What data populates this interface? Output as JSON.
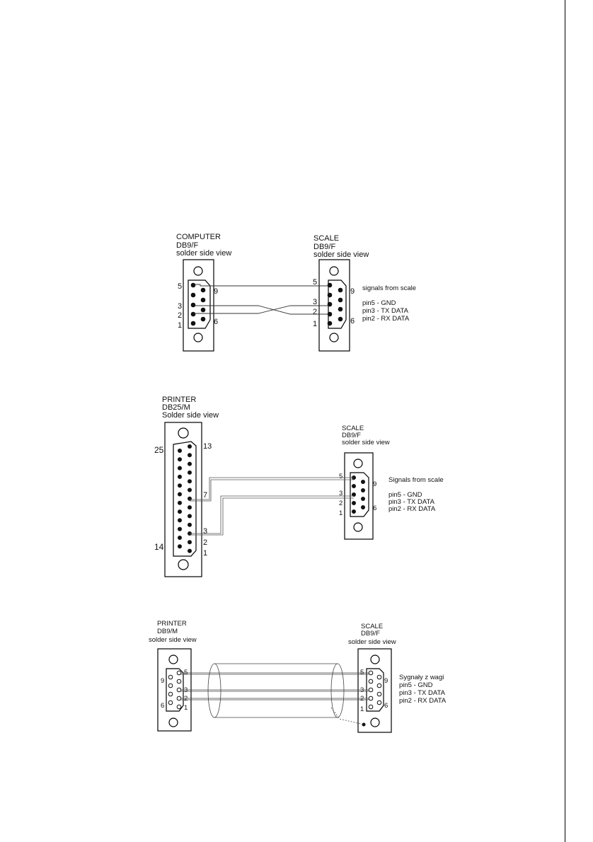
{
  "diagram1": {
    "left": {
      "title": "COMPUTER",
      "type": "DB9/F",
      "view": "solder side view",
      "pins": {
        "p5": "5",
        "p9": "9",
        "p3": "3",
        "p2": "2",
        "p1": "1",
        "p6": "6"
      }
    },
    "right": {
      "title": "SCALE",
      "type": "DB9/F",
      "view": "solder side view",
      "pins": {
        "p5": "5",
        "p9": "9",
        "p3": "3",
        "p2": "2",
        "p1": "1",
        "p6": "6"
      }
    },
    "signals_title": "signals from scale",
    "signals": [
      "pin5 - GND",
      "pin3 - TX DATA",
      "pin2 - RX DATA"
    ]
  },
  "diagram2": {
    "left": {
      "title": "PRINTER",
      "type": "DB25/M",
      "view": "Solder side view",
      "pins": {
        "p25": "25",
        "p13": "13",
        "p14": "14",
        "p7": "7",
        "p3": "3",
        "p2": "2",
        "p1": "1"
      }
    },
    "right": {
      "title": "SCALE",
      "type": "DB9/F",
      "view": "solder side view",
      "pins": {
        "p5": "5",
        "p9": "9",
        "p3": "3",
        "p2": "2",
        "p1": "1",
        "p6": "6"
      }
    },
    "signals_title": "Signals from scale",
    "signals": [
      "pin5 - GND",
      "pin3 - TX DATA",
      "pin2 - RX DATA"
    ]
  },
  "diagram3": {
    "left": {
      "title": "PRINTER",
      "type": "DB9/M",
      "view": "solder side view",
      "pins": {
        "p5": "5",
        "p9": "9",
        "p3": "3",
        "p2": "2",
        "p6": "6",
        "p1": "1"
      }
    },
    "right": {
      "title": "SCALE",
      "type": "DB9/F",
      "view": "solder side view",
      "pins": {
        "p5": "5",
        "p9": "9",
        "p3": "3",
        "p2": "2",
        "p1": "1",
        "p6": "6"
      }
    },
    "signals_title": "Sygnały z wagi",
    "signals": [
      "pin5 - GND",
      "pin3 - TX DATA",
      "pin2 - RX DATA"
    ]
  }
}
